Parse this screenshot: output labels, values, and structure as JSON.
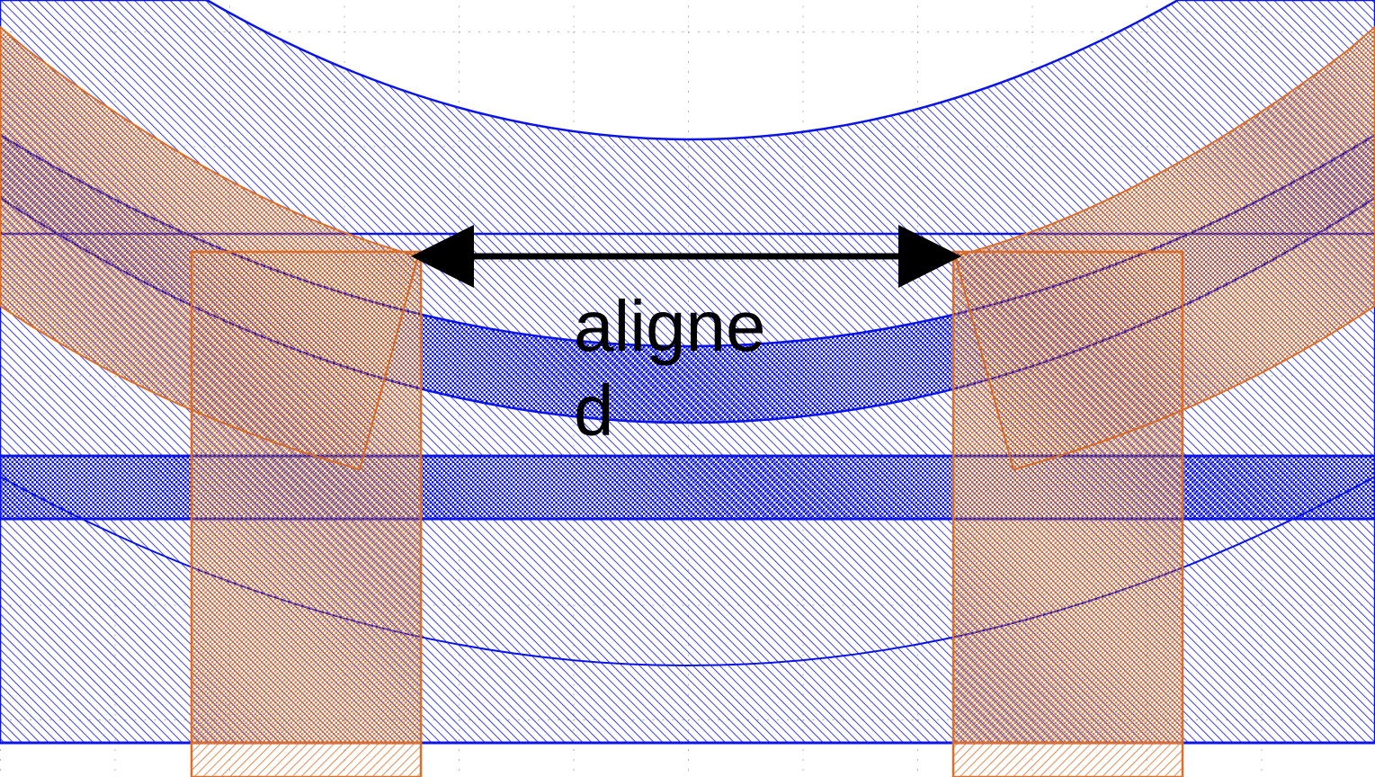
{
  "diagram": {
    "annotation_label": "aligne\nd",
    "arrow_style": "double-headed",
    "colors": {
      "background": "#ffffff",
      "grid": "#b5b5b5",
      "waveguide_layer": "#0a14e6",
      "overlay_layer": "#dc6e28",
      "arrow": "#000000"
    },
    "layers": [
      {
        "name": "waveguide-layer",
        "fill": "diagonal-hatch",
        "overlap_fill": "cross-hatch"
      },
      {
        "name": "overlay-layer",
        "fill": "diagonal-hatch",
        "overlap_fill": "cross-hatch"
      }
    ]
  }
}
